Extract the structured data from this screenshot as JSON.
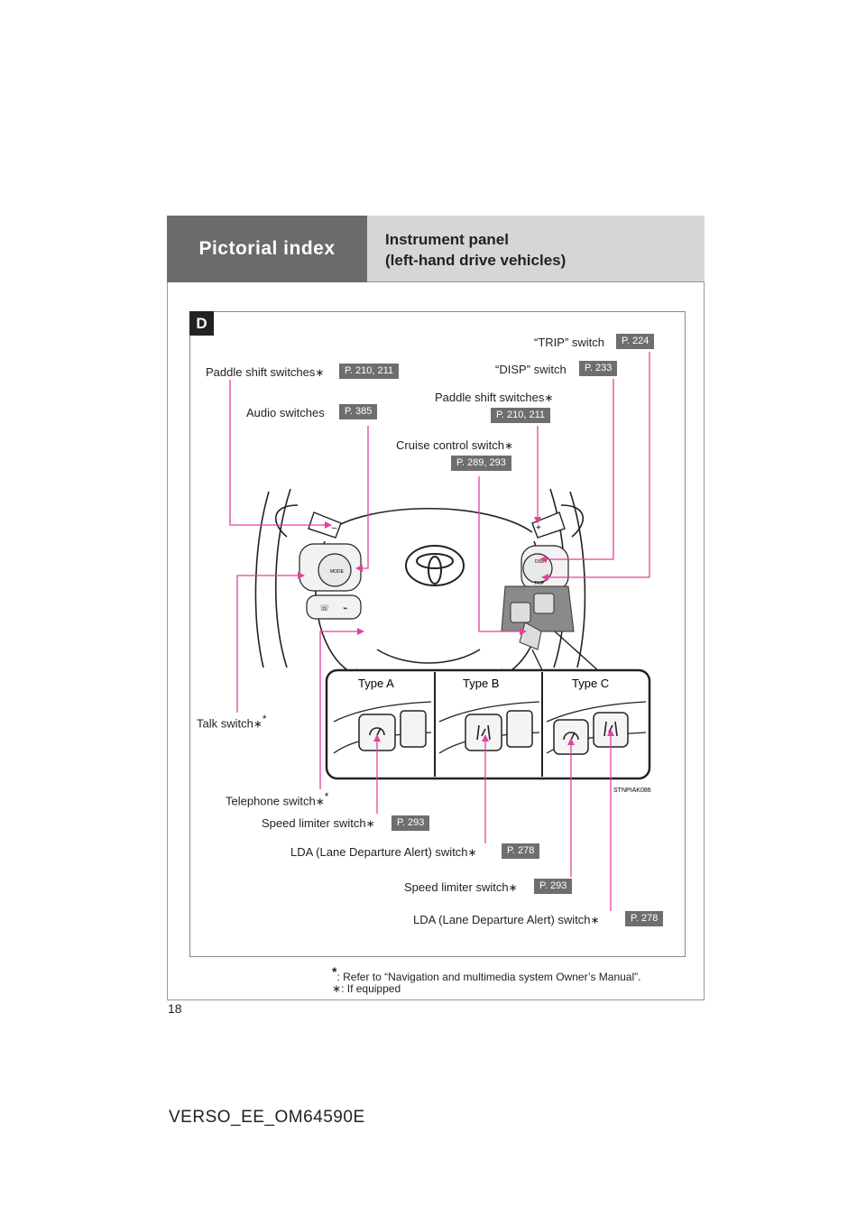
{
  "header": {
    "section": "Pictorial index",
    "title_line1": "Instrument panel",
    "title_line2": "(left-hand drive vehicles)"
  },
  "diagram": {
    "tag": "D",
    "labels": {
      "trip_switch": "“TRIP” switch",
      "trip_ref": "P. 224",
      "disp_switch": "“DISP” switch",
      "disp_ref": "P. 233",
      "paddle_left": "Paddle shift switches",
      "paddle_left_ref": "P. 210, 211",
      "paddle_right": "Paddle shift switches",
      "paddle_right_ref": "P. 210, 211",
      "audio": "Audio switches",
      "audio_ref": "P. 385",
      "cruise": "Cruise control switch",
      "cruise_ref": "P. 289, 293",
      "talk": "Talk switch",
      "telephone": "Telephone switch",
      "speed_a": "Speed limiter switch",
      "speed_a_ref": "P. 293",
      "lda_b": "LDA (Lane Departure Alert) switch",
      "lda_b_ref": "P. 278",
      "speed_c": "Speed limiter switch",
      "speed_c_ref": "P. 293",
      "lda_c": "LDA (Lane Departure Alert) switch",
      "lda_c_ref": "P. 278"
    },
    "types": [
      "Type A",
      "Type B",
      "Type C"
    ],
    "image_code": "STNPIAK086",
    "switch_text": {
      "mode": "MODE",
      "disp": "DISP",
      "trip": "TRIP"
    },
    "accent_color": "#e6409b"
  },
  "footnotes": {
    "note1": ": Refer to “Navigation and multimedia system Owner’s Manual”.",
    "note2": ": If equipped"
  },
  "page_number": "18",
  "doc_code": "VERSO_EE_OM64590E"
}
